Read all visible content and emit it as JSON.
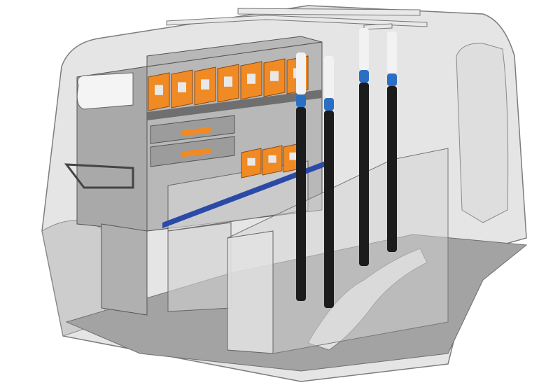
{
  "colors": {
    "background": "#ffffff",
    "van_shell": "#c9c9c9",
    "van_outline": "#8a8a8a",
    "floor": "#9a9a9a",
    "shelf_metal": "#8e8e8e",
    "storage_box": "#f08a24",
    "pole": "#1c1c1c",
    "pole_band": "#2a6fc4",
    "rail": "#2b4aa8",
    "roof_bar": "#e6e6e6"
  },
  "poles": [
    {
      "name": "pole-front-left"
    },
    {
      "name": "pole-front-right"
    },
    {
      "name": "pole-back-left"
    },
    {
      "name": "pole-back-right"
    }
  ],
  "upper_boxes": 7,
  "lower_boxes": 3
}
